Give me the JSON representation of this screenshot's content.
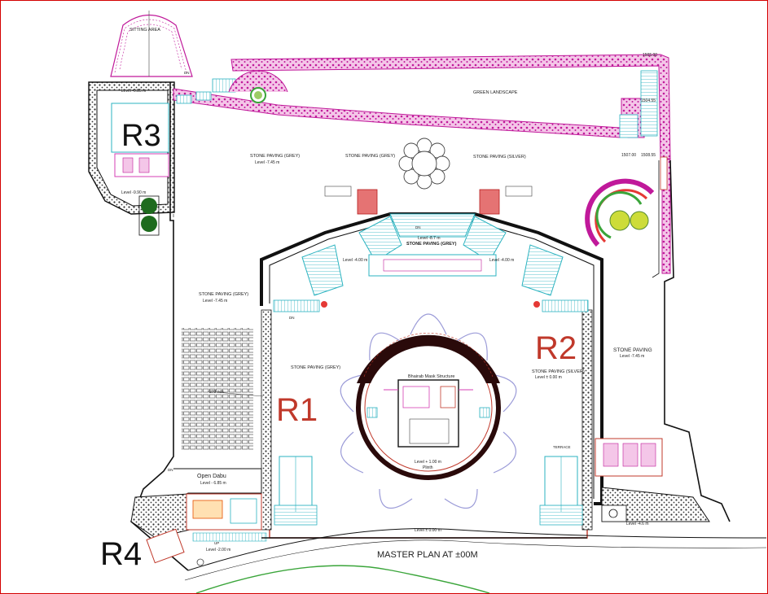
{
  "plan": {
    "title": "MASTER PLAN AT ±00M",
    "region_labels": {
      "r1": "R1",
      "r2": "R2",
      "r3": "R3",
      "r4": "R4"
    },
    "labels": {
      "sitting_area": "SITTING AREA",
      "green_landscape": "GREEN LANDSCAPE",
      "stone_paving_grey_left": "STONE PAVING (GREY)",
      "level_745_left": "Level -7.45 m",
      "stone_paving_grey_top": "STONE PAVING (GREY)",
      "stone_paving_silver_top": "STONE PAVING (SILVER)",
      "level_87": "Level -8.7 m",
      "stone_paving_grey_center": "STONE PAVING (GREY)",
      "level_400_left": "Level -4.00 m",
      "level_400_right": "Level -4.00 m",
      "stone_paving_grey_mid": "STONE PAVING (GREY)",
      "level_745_mid": "Level -7.45 m",
      "stone_paving_grey_court": "STONE PAVING (GREY)",
      "stone_paving_silver_court": "STONE PAVING (SILVER)",
      "level_000_court": "Level ± 0.00 m",
      "stone_paving_right": "STONE PAVING",
      "level_745_right": "Level -7.45 m",
      "bhairab": "Bhairab Mask Structure",
      "level_100": "Level + 1.00 m",
      "plinth": "Plinth",
      "level_000_bottom": "Level ± 0.00 m",
      "open_dabu": "Open Dabu",
      "level_685": "Level - 6.85 m",
      "level_200": "Level -2.00 m",
      "level_985": "Level -9.85 m",
      "level_990": "Level -9.90 m",
      "level_46": "Level -4.6 m",
      "terrace": "TERRACE",
      "rows_270": "270 nos",
      "dn": "DN",
      "up": "UP",
      "elev_1": "1504.55",
      "elev_2": "1507.00",
      "elev_3": "1508.55",
      "elev_4": "1505.00"
    },
    "colors": {
      "frame": "#d40000",
      "wall": "#1a1a1a",
      "pink": "#d63fb4",
      "magenta": "#c0199a",
      "cyan": "#2bb3c0",
      "red_text": "#c0392b",
      "dark_ring": "#2a0a0a",
      "salmon": "#e57373",
      "green": "#3aa53a",
      "lotus": "#9b9bd8"
    }
  }
}
